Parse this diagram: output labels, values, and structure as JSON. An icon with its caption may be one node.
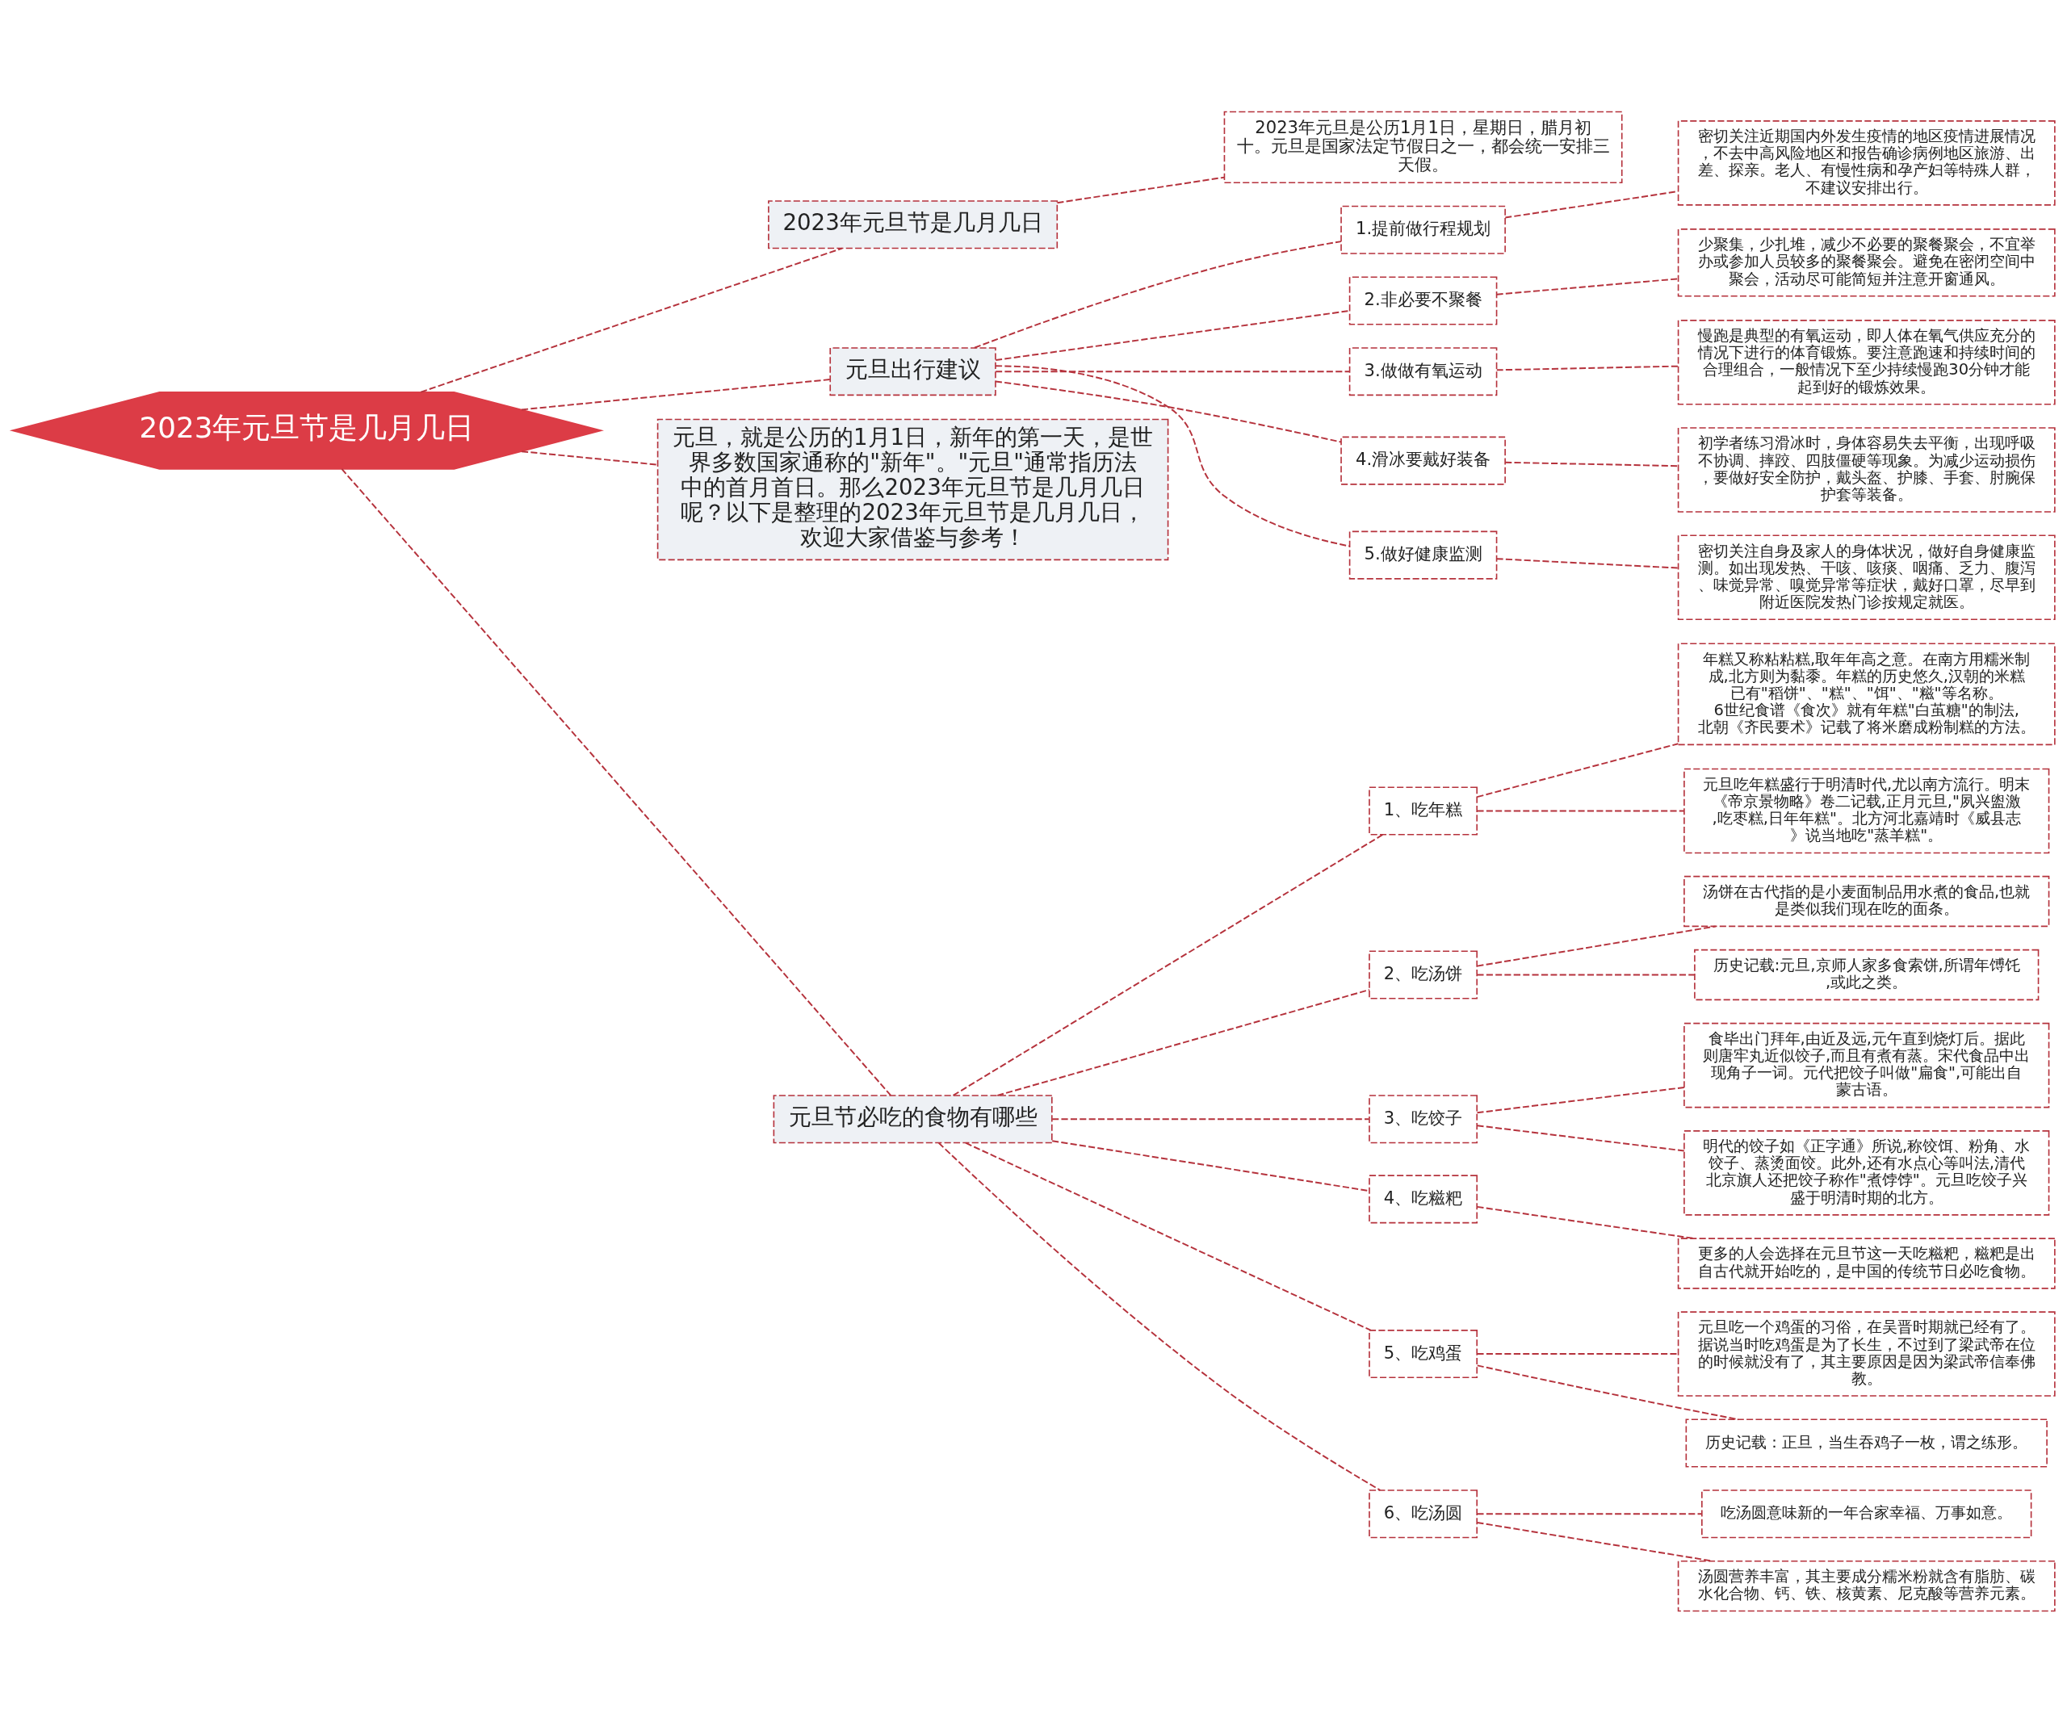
{
  "diagram": {
    "nodes": [
      {
        "text": [
          "2023年元旦节是几月几日"
        ]
      },
      {
        "text": [
          "2023年元旦节是几月几日"
        ]
      },
      {
        "text": [
          "2023年元旦是公历1月1日，星期日，腊月初十。元旦是国家法定节假日之一，都会统一安排三天假。"
        ]
      },
      {
        "text": [
          "元旦出行建议"
        ]
      },
      {
        "text": [
          "1.提前做行程规划"
        ]
      },
      {
        "text": [
          "密切关注近期国内外发生疫情的地区疫情进展情况，不去中高风险地区和报告确诊病例地区旅游、出差、探亲。老人、有慢性病和孕产妇等特殊人群，不建议安排出行。"
        ]
      },
      {
        "text": [
          "2.非必要不聚餐"
        ]
      },
      {
        "text": [
          "少聚集，少扎堆，减少不必要的聚餐聚会，不宜举办或参加人员较多的聚餐聚会。避免在密闭空间中聚会，活动尽可能简短并注意开窗通风。"
        ]
      },
      {
        "text": [
          "3.做做有氧运动"
        ]
      },
      {
        "text": [
          "慢跑是典型的有氧运动，即人体在氧气供应充分的情况下进行的体育锻炼。要注意跑速和持续时间的合理组合，一般情况下至少持续慢跑30分钟才能起到好的锻炼效果。"
        ]
      },
      {
        "text": [
          "4.滑冰要戴好装备"
        ]
      },
      {
        "text": [
          "初学者练习滑冰时，身体容易失去平衡，出现呼吸不协调、摔跤、四肢僵硬等现象。为减少运动损伤，要做好安全防护，戴头盔、护膝、手套、肘腕保护套等装备。"
        ]
      },
      {
        "text": [
          "5.做好健康监测"
        ]
      },
      {
        "text": [
          "密切关注自身及家人的身体状况，做好自身健康监测。如出现发热、干咳、咳痰、咽痛、乏力、腹泻、味觉异常、嗅觉异常等症状，戴好口罩，尽早到附近医院发热门诊按规定就医。"
        ]
      },
      {
        "text": [
          "元旦，就是公历的1月1日，新年的第一天，是世界多数国家通称的\"新年\"。\"元旦\"通常指历法中的首月首日。那么2023年元旦节是几月几日呢？以下是整理的2023年元旦节是几月几日，欢迎大家借鉴与参考！"
        ]
      },
      {
        "text": [
          "元旦节必吃的食物有哪些"
        ]
      },
      {
        "text": [
          "1、吃年糕"
        ]
      },
      {
        "text": [
          "年糕又称粘粘糕,取年年高之意。在南方用糯米制成,北方则为黏黍。年糕的历史悠久,汉朝的米糕已有\"稻饼\"、\"糕\"、\"饵\"、\"糍\"等名称。6世纪食谱《食次》就有年糕\"白茧糖\"的制法,北朝《齐民要术》记载了将米磨成粉制糕的方法。"
        ]
      },
      {
        "text": [
          "元旦吃年糕盛行于明清时代,尤以南方流行。明末《帝京景物略》卷二记载,正月元旦,\"夙兴盥激,吃枣糕,日年年糕\"。北方河北嘉靖时《威县志》说当地吃\"蒸羊糕\"。"
        ]
      },
      {
        "text": [
          "2、吃汤饼"
        ]
      },
      {
        "text": [
          "汤饼在古代指的是小麦面制品用水煮的食品,也就是类似我们现在吃的面条。"
        ]
      },
      {
        "text": [
          "历史记载:元旦,京师人家多食索饼,所谓年馎饦,或此之类。"
        ]
      },
      {
        "text": [
          "3、吃饺子"
        ]
      },
      {
        "text": [
          "食毕出门拜年,由近及远,元午直到烧灯后。据此则唐牢丸近似饺子,而且有煮有蒸。宋代食品中出现角子一词。元代把饺子叫做\"扁食\",可能出自蒙古语。"
        ]
      },
      {
        "text": [
          "明代的饺子如《正字通》所说,称饺饵、粉角、水饺子、蒸烫面饺。此外,还有水点心等叫法,清代北京旗人还把饺子称作\"煮饽饽\"。元旦吃饺子兴盛于明清时期的北方。"
        ]
      },
      {
        "text": [
          "4、吃糍粑"
        ]
      },
      {
        "text": [
          "更多的人会选择在元旦节这一天吃糍粑，糍粑是出自古代就开始吃的，是中国的传统节日必吃食物。"
        ]
      },
      {
        "text": [
          "5、吃鸡蛋"
        ]
      },
      {
        "text": [
          "元旦吃一个鸡蛋的习俗，在吴晋时期就已经有了。据说当时吃鸡蛋是为了长生，不过到了梁武帝在位的时候就没有了，其主要原因是因为梁武帝信奉佛教。"
        ]
      },
      {
        "text": [
          "历史记载：正旦，当生吞鸡子一枚，谓之练形。"
        ]
      },
      {
        "text": [
          "6、吃汤圆"
        ]
      },
      {
        "text": [
          "吃汤圆意味新的一年合家幸福、万事如意。"
        ]
      },
      {
        "text": [
          "汤圆营养丰富，其主要成分糯米粉就含有脂肪、碳水化合物、钙、铁、核黄素、尼克酸等营养元素。"
        ]
      }
    ],
    "edges": [
      {
        "from": 0,
        "to": 1,
        "arrow": "none"
      },
      {
        "from": 1,
        "to": 2,
        "arrow": "none"
      },
      {
        "from": 0,
        "to": 3,
        "arrow": "none"
      },
      {
        "from": 3,
        "to": 4,
        "arrow": "none"
      },
      {
        "from": 4,
        "to": 5,
        "arrow": "none"
      },
      {
        "from": 3,
        "to": 6,
        "arrow": "none"
      },
      {
        "from": 6,
        "to": 7,
        "arrow": "none"
      },
      {
        "from": 3,
        "to": 8,
        "arrow": "none"
      },
      {
        "from": 8,
        "to": 9,
        "arrow": "none"
      },
      {
        "from": 3,
        "to": 10,
        "arrow": "none"
      },
      {
        "from": 10,
        "to": 11,
        "arrow": "none"
      },
      {
        "from": 3,
        "to": 12,
        "arrow": "none"
      },
      {
        "from": 12,
        "to": 13,
        "arrow": "none"
      },
      {
        "from": 0,
        "to": 14,
        "arrow": "none"
      },
      {
        "from": 0,
        "to": 15,
        "arrow": "none"
      },
      {
        "from": 15,
        "to": 16,
        "arrow": "none"
      },
      {
        "from": 16,
        "to": 17,
        "arrow": "none"
      },
      {
        "from": 16,
        "to": 18,
        "arrow": "none"
      },
      {
        "from": 15,
        "to": 19,
        "arrow": "none"
      },
      {
        "from": 19,
        "to": 20,
        "arrow": "none"
      },
      {
        "from": 19,
        "to": 21,
        "arrow": "none"
      },
      {
        "from": 15,
        "to": 22,
        "arrow": "none"
      },
      {
        "from": 22,
        "to": 23,
        "arrow": "none"
      },
      {
        "from": 22,
        "to": 24,
        "arrow": "none"
      },
      {
        "from": 15,
        "to": 25,
        "arrow": "none"
      },
      {
        "from": 25,
        "to": 26,
        "arrow": "none"
      },
      {
        "from": 15,
        "to": 27,
        "arrow": "none"
      },
      {
        "from": 27,
        "to": 28,
        "arrow": "none"
      },
      {
        "from": 27,
        "to": 29,
        "arrow": "none"
      },
      {
        "from": 15,
        "to": 30,
        "arrow": "none"
      },
      {
        "from": 30,
        "to": 31,
        "arrow": "none"
      },
      {
        "from": 30,
        "to": 32,
        "arrow": "none"
      }
    ]
  }
}
